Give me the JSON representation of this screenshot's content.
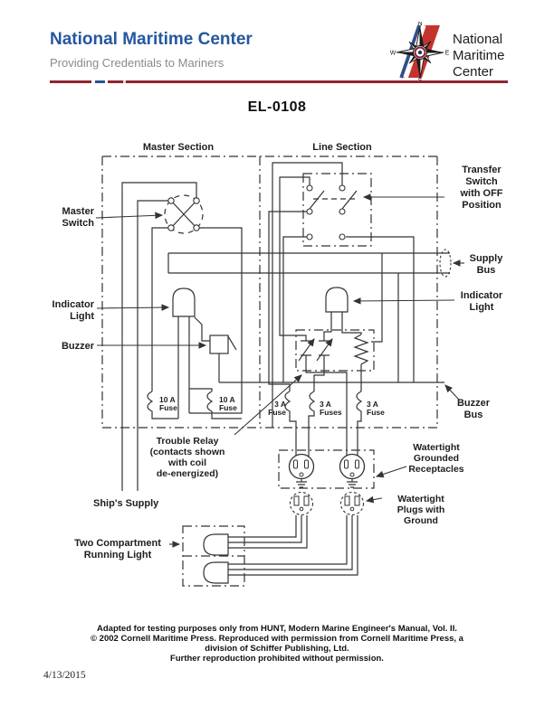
{
  "header": {
    "title": "National Maritime Center",
    "subtitle": "Providing Credentials to Mariners",
    "logo": {
      "line1": "National",
      "line2": "Maritime",
      "line3": "Center",
      "n": "N",
      "s": "S",
      "e": "E",
      "w": "W"
    }
  },
  "doc": {
    "title": "EL-0108"
  },
  "diagram": {
    "sections": {
      "master": "Master Section",
      "line": "Line Section"
    },
    "labels": {
      "master_switch": [
        "Master",
        "Switch"
      ],
      "transfer_switch": [
        "Transfer",
        "Switch",
        "with OFF",
        "Position"
      ],
      "supply_bus": [
        "Supply",
        "Bus"
      ],
      "indicator_light_right": [
        "Indicator",
        "Light"
      ],
      "indicator_light_left": [
        "Indicator",
        "Light"
      ],
      "buzzer": "Buzzer",
      "buzzer_bus": [
        "Buzzer",
        "Bus"
      ],
      "fuse_10a_1": [
        "10 A",
        "Fuse"
      ],
      "fuse_10a_2": [
        "10 A",
        "Fuse"
      ],
      "fuse_3a_1": [
        "3 A",
        "Fuse"
      ],
      "fuse_3a_2": [
        "3 A",
        "Fuses"
      ],
      "fuse_3a_3": [
        "3 A",
        "Fuse"
      ],
      "trouble_relay": [
        "Trouble Relay",
        "(contacts shown",
        "with coil",
        "de-energized)"
      ],
      "receptacles": [
        "Watertight",
        "Grounded",
        "Receptacles"
      ],
      "plugs": [
        "Watertight",
        "Plugs with",
        "Ground"
      ],
      "ships_supply": "Ship's Supply",
      "running_light": [
        "Two Compartment",
        "Running Light"
      ]
    }
  },
  "footer": {
    "line1": "Adapted for testing purposes only from HUNT, Modern Marine Engineer's Manual, Vol. II.",
    "line2": "© 2002 Cornell Maritime Press. Reproduced with permission from Cornell Maritime Press, a",
    "line3": "division of Schiffer Publishing, Ltd.",
    "line4": "Further reproduction prohibited without permission.",
    "date": "4/13/2015"
  },
  "colors": {
    "title_blue": "#2457a0",
    "subtitle_gray": "#8a8a8a",
    "maroon": "#8f2430",
    "logo_text_red": "#8b2332",
    "stripe_blue": "#2c4f8f",
    "ink": "#333333"
  }
}
